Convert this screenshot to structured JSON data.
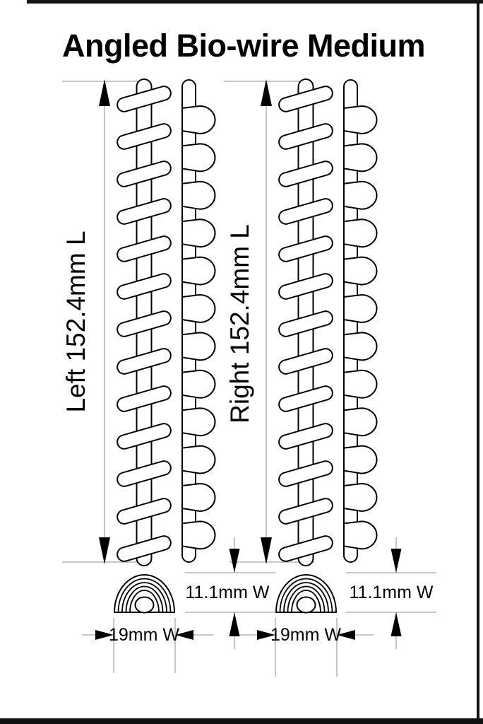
{
  "title": "Angled Bio-wire Medium",
  "colors": {
    "ink": "#000000",
    "dim_line": "#a6a6a6",
    "background": "#ffffff"
  },
  "dimensions": {
    "left_length": {
      "label": "Left 152.4mm L",
      "value_mm": 152.4
    },
    "right_length": {
      "label": "Right 152.4mm L",
      "value_mm": 152.4
    },
    "left_profile_height": {
      "label": "11.1mm W",
      "value_mm": 11.1
    },
    "right_profile_height": {
      "label": "11.1mm W",
      "value_mm": 11.1
    },
    "left_base_width": {
      "label": "19mm W",
      "value_mm": 19
    },
    "right_base_width": {
      "label": "19mm W",
      "value_mm": 19
    }
  },
  "structure": {
    "wires": 2,
    "rungs_per_wire": 13,
    "views": [
      "front",
      "side",
      "cross-section"
    ]
  }
}
